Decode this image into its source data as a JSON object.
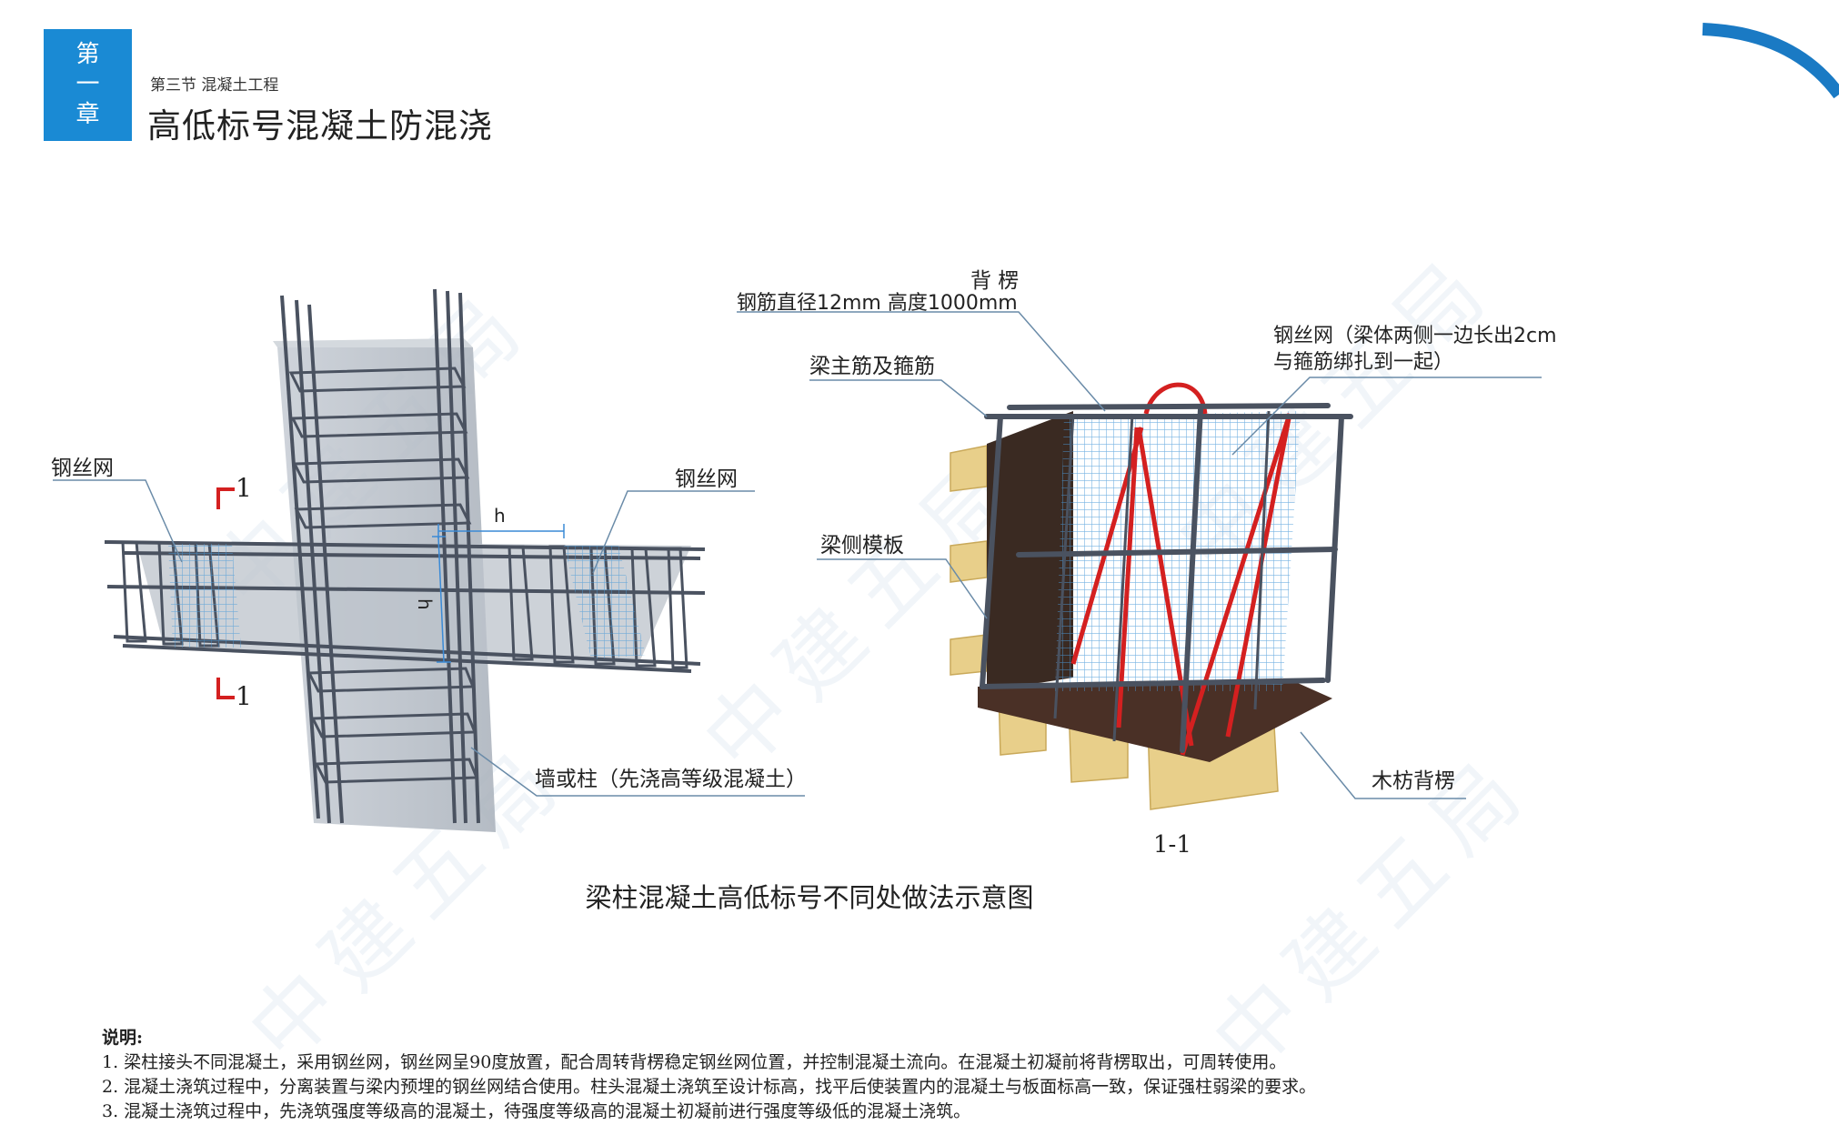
{
  "header": {
    "chapter_chars": [
      "第",
      "一",
      "章"
    ],
    "section": "第三节  混凝土工程",
    "title": "高低标号混凝土防混浇"
  },
  "labels": {
    "left_mesh_left": "钢丝网",
    "left_mesh_right": "钢丝网",
    "wall_column": "墙或柱（先浇高等级混凝土）",
    "section_mark_top": "1",
    "section_mark_bottom": "1",
    "dim_h_horizontal": "h",
    "dim_h_vertical": "h",
    "back_brace_title": "背 楞",
    "back_brace_spec": "钢筋直径12mm 高度1000mm",
    "beam_rebar": "梁主筋及箍筋",
    "steel_mesh_line1": "钢丝网（梁体两侧一边长出2cm",
    "steel_mesh_line2": "与箍筋绑扎到一起）",
    "beam_side_form": "梁侧模板",
    "timber_brace": "木枋背楞"
  },
  "section_label": "1-1",
  "caption": "梁柱混凝土高低标号不同处做法示意图",
  "notes": {
    "heading": "说明:",
    "items": [
      "1.  梁柱接头不同混凝土，采用钢丝网，钢丝网呈90度放置，配合周转背楞稳定钢丝网位置，并控制混凝土流向。在混凝土初凝前将背楞取出，可周转使用。",
      "2.  混凝土浇筑过程中，分离装置与梁内预埋的钢丝网结合使用。柱头混凝土浇筑至设计标高，找平后使装置内的混凝土与板面标高一致，保证强柱弱梁的要求。",
      "3.  混凝土浇筑过程中，先浇筑强度等级高的混凝土，待强度等级高的混凝土初凝前进行强度等级低的混凝土浇筑。"
    ]
  },
  "watermark": "中建五局",
  "colors": {
    "accent": "#1a8ad4",
    "rebar": "#4a5260",
    "mesh": "#5aa8e0",
    "concrete": "#b8bec6",
    "red_marker": "#d42020",
    "timber": "#e8cf8a"
  }
}
